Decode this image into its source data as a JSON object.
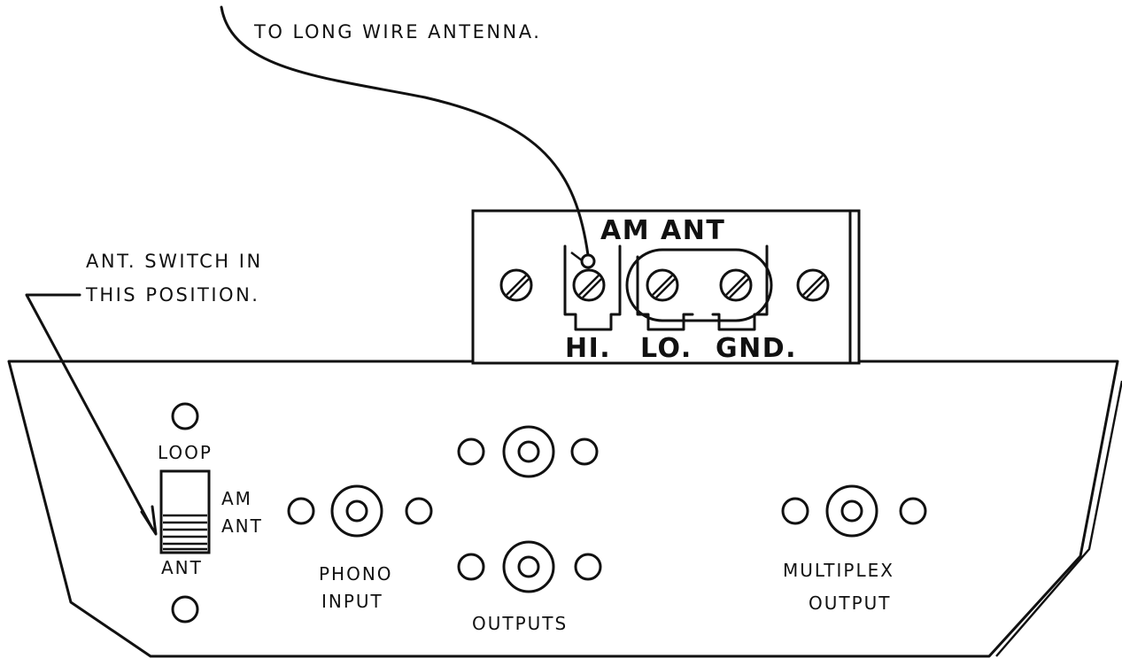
{
  "callouts": {
    "antenna_wire": "TO LONG WIRE ANTENNA.",
    "switch_line1": "ANT. SWITCH IN",
    "switch_line2": "THIS POSITION."
  },
  "terminal_strip": {
    "title": "AM ANT",
    "hi": "HI.",
    "lo": "LO.",
    "gnd": "GND."
  },
  "switch": {
    "loop": "LOOP",
    "am": "AM",
    "ant_right": "ANT",
    "ant_bottom": "ANT"
  },
  "jacks": {
    "phono_line1": "PHONO",
    "phono_line2": "INPUT",
    "outputs": "OUTPUTS",
    "multiplex_line1": "MULTIPLEX",
    "multiplex_line2": "OUTPUT"
  }
}
